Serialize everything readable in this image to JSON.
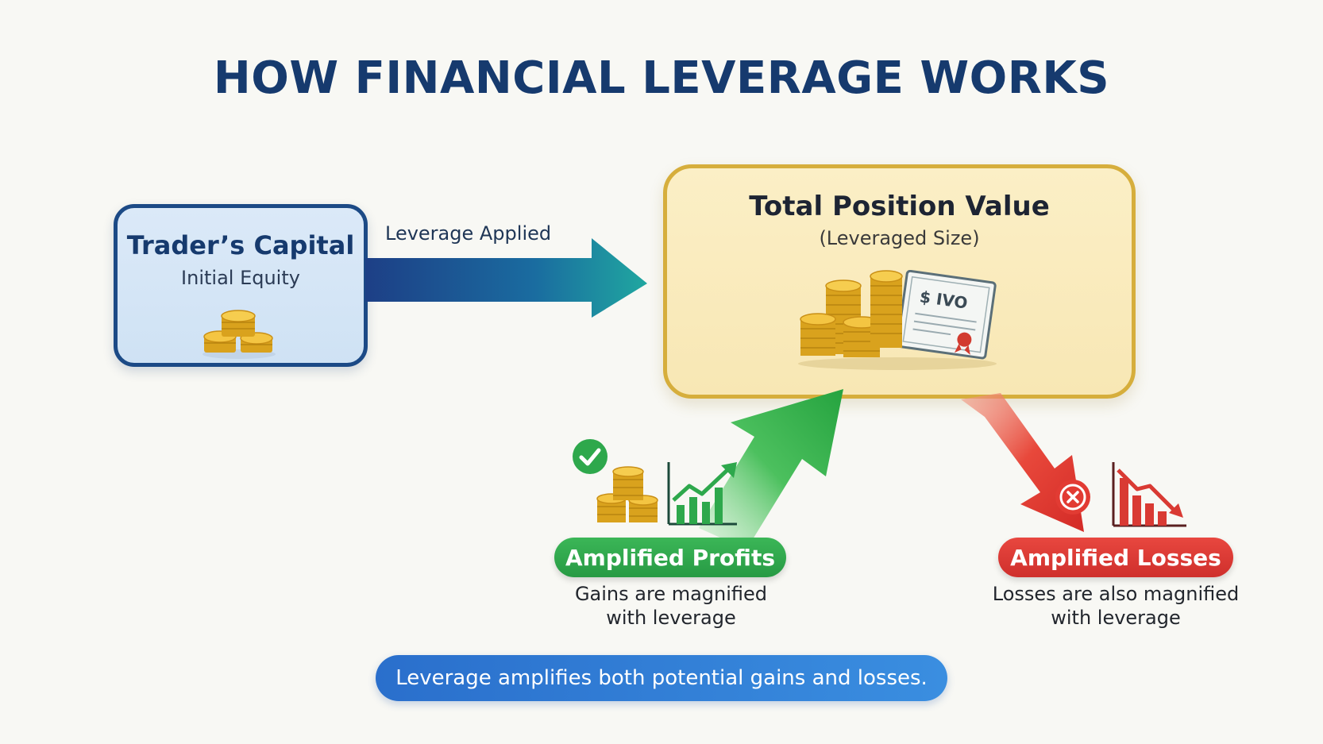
{
  "title": "HOW FINANCIAL LEVERAGE WORKS",
  "capital": {
    "title": "Trader’s Capital",
    "subtitle": "Initial Equity",
    "icon": "coin-stack-icon"
  },
  "leverage_label": "Leverage Applied",
  "position": {
    "title": "Total Position Value",
    "subtitle": "(Leveraged Size)",
    "certificate_text": "$ IVO",
    "icon": "coins-and-certificate-icon"
  },
  "profits": {
    "label": "Amplified Profits",
    "description_line1": "Gains are magnified",
    "description_line2": "with leverage",
    "color": "#2fa84f"
  },
  "losses": {
    "label": "Amplified Losses",
    "description_line1": "Losses are also magnified",
    "description_line2": "with leverage",
    "color": "#dc3a34"
  },
  "banner": "Leverage amplifies both potential gains and losses.",
  "colors": {
    "title": "#163a6e",
    "capital_border": "#1c4a86",
    "position_border": "#d6ae3c",
    "banner": "#2f7ed6"
  }
}
